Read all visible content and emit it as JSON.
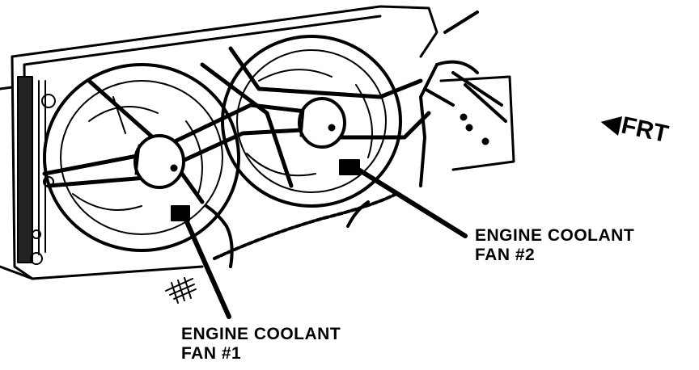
{
  "direction": {
    "arrow": "◀",
    "label": "FRT"
  },
  "callouts": {
    "fan1": {
      "line1": "ENGINE COOLANT",
      "line2": "FAN #1"
    },
    "fan2": {
      "line1": "ENGINE COOLANT",
      "line2": "FAN #2"
    }
  },
  "colors": {
    "ink": "#000000",
    "paper": "#ffffff"
  }
}
